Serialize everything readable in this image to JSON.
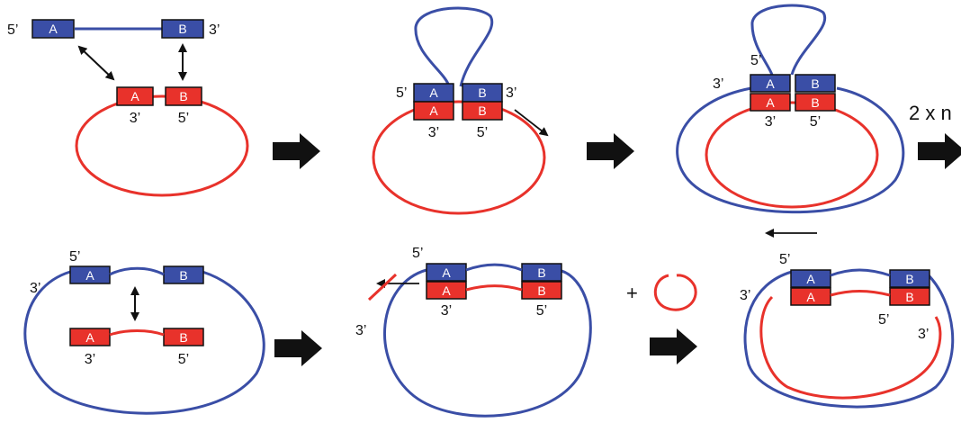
{
  "labels": {
    "five_prime": "5’",
    "three_prime": "3’",
    "seg_a": "A",
    "seg_b": "B",
    "cycles": "2 x n",
    "plus": "+"
  },
  "colors": {
    "template_strand": "#e8322b",
    "primer_strand": "#3a4ea6",
    "arrow": "#111111",
    "text_on_box": "#ffffff"
  }
}
